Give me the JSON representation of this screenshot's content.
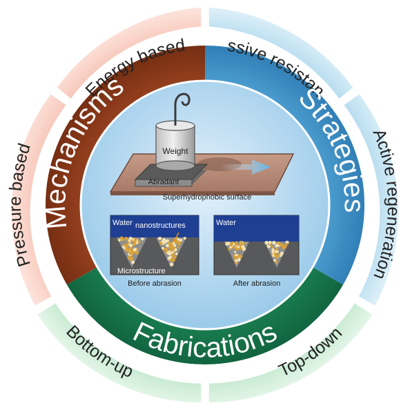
{
  "outer_segments": {
    "energy_based": "Energy based",
    "passive_resistance": "Passive resistance",
    "active_regeneration": "Active regeneration",
    "top_down": "Top-down",
    "bottom_up": "Bottom-up",
    "pressure_based": "Pressure based"
  },
  "ring": {
    "mechanisms": "Mechanisms",
    "strategies": "Strategies",
    "fabrications": "Fabrications"
  },
  "center": {
    "weight": "Weight",
    "abradant": "Abradant",
    "surface": "Superhydrophobic surface",
    "panel_left": {
      "water": "Water",
      "nanostructures": "nanostructures",
      "microstructure": "Microstructure",
      "caption": "Before abrasion"
    },
    "panel_right": {
      "water": "Water",
      "caption": "After abrasion"
    }
  },
  "colors": {
    "mechanisms": "#8a3517",
    "strategies": "#3a8cc3",
    "fabrications": "#15724a",
    "outer_red": "#f4b9a6",
    "outer_blue": "#a9d6ec",
    "outer_green": "#b8e3c4",
    "center": "#b9d9ef"
  }
}
